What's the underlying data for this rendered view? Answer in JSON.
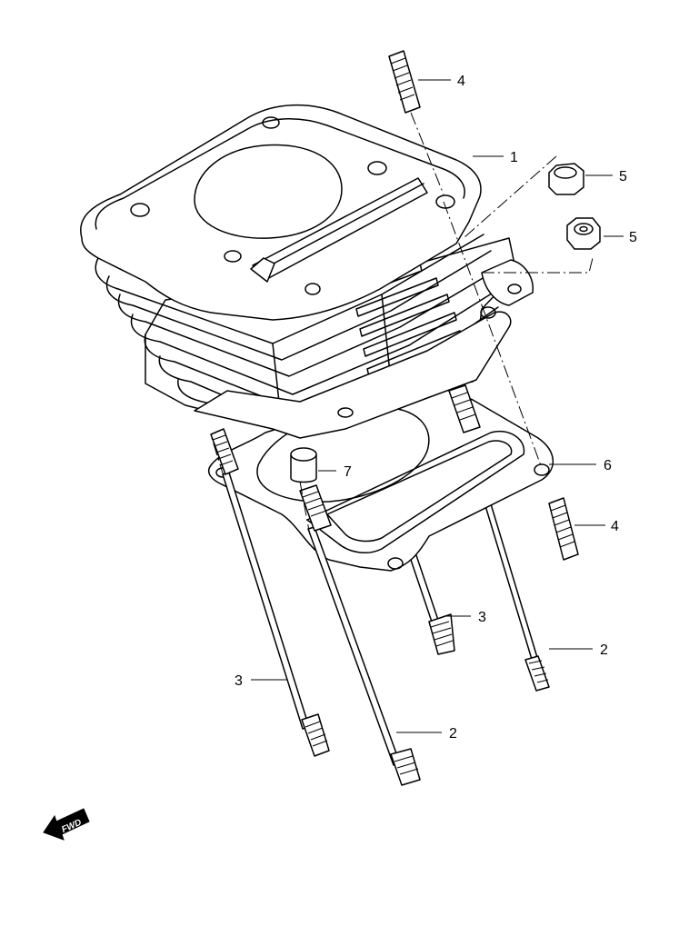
{
  "callouts": [
    {
      "id": "c1",
      "label": "1"
    },
    {
      "id": "c2a",
      "label": "2"
    },
    {
      "id": "c2b",
      "label": "2"
    },
    {
      "id": "c3a",
      "label": "3"
    },
    {
      "id": "c3b",
      "label": "3"
    },
    {
      "id": "c4a",
      "label": "4"
    },
    {
      "id": "c4b",
      "label": "4"
    },
    {
      "id": "c5a",
      "label": "5"
    },
    {
      "id": "c5b",
      "label": "5"
    },
    {
      "id": "c6",
      "label": "6"
    },
    {
      "id": "c7",
      "label": "7"
    }
  ],
  "fwd_label": "FWD"
}
